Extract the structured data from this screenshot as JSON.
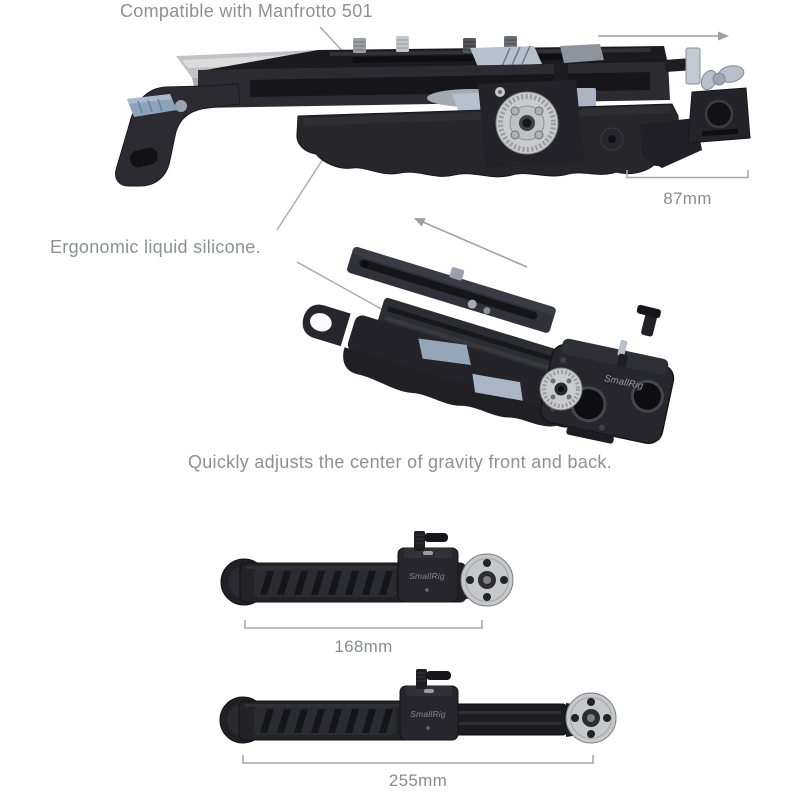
{
  "captions": {
    "manfrotto": "Compatible with Manfrotto 501",
    "silicone": "Ergonomic liquid silicone.",
    "gravity": "Quickly adjusts the center of gravity front and back."
  },
  "measurements": {
    "clamp": "87mm",
    "arm_retracted": "168mm",
    "arm_extended": "255mm"
  },
  "branding": {
    "logo": "SmallRig"
  },
  "icons": {
    "slide_direction_top": "arrow-right-icon",
    "slide_direction_middle": "arrow-up-left-icon"
  },
  "colors": {
    "caption_text": "#8d9094",
    "measurement_text": "#898c8f",
    "annotation_line": "#a3a6a8",
    "product_black": "#232328",
    "silver_hardware": "#b7c1ce",
    "steel_blue_lever": "#8da2bb",
    "rosette_silver": "#c9cbcd",
    "ghost_plate_gray": "#b3b5b7",
    "background": "#ffffff"
  }
}
